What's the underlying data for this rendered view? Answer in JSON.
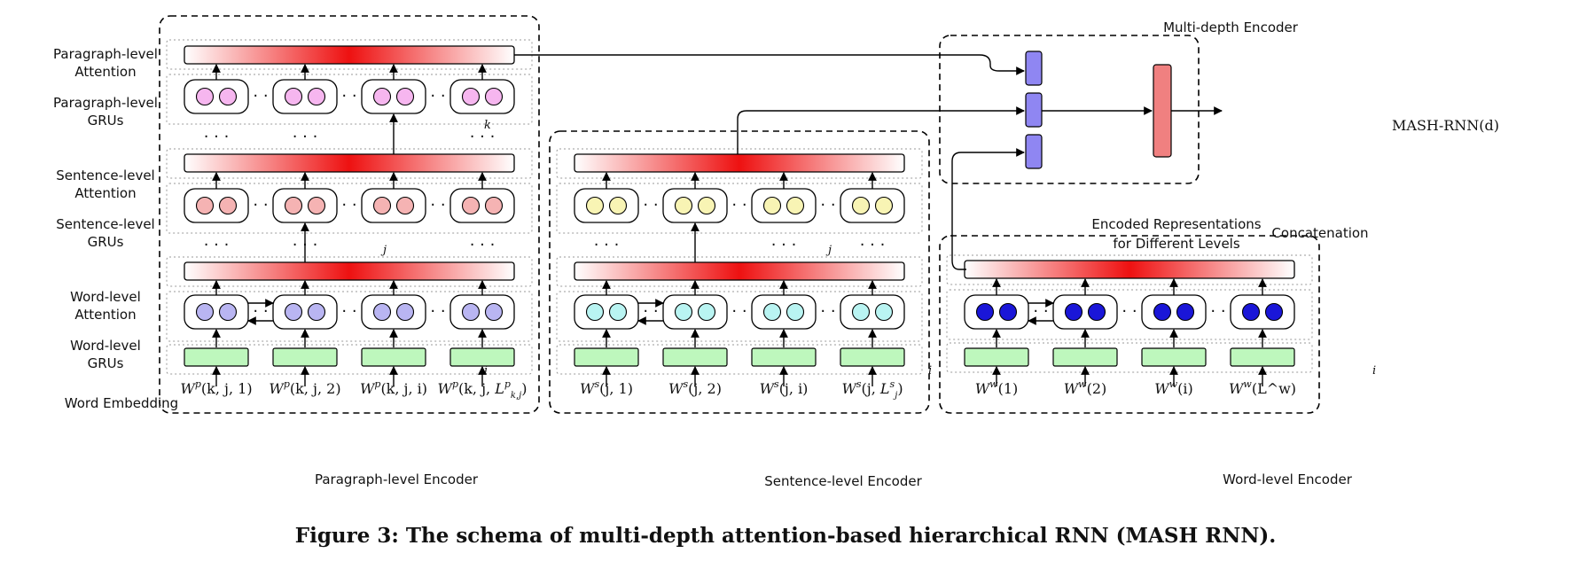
{
  "caption": "Figure 3: The schema of multi-depth attention-based hierarchical RNN (MASH RNN).",
  "row_labels": {
    "para_att": [
      "Paragraph-level",
      "Attention"
    ],
    "para_gru": [
      "Paragraph-level",
      "GRUs"
    ],
    "sent_att": [
      "Sentence-level",
      "Attention"
    ],
    "sent_gru": [
      "Sentence-level",
      "GRUs"
    ],
    "word_att": [
      "Word-level",
      "Attention"
    ],
    "word_gru": [
      "Word-level",
      "GRUs"
    ],
    "word_emb": "Word Embedding"
  },
  "encoders": {
    "paragraph": "Paragraph-level Encoder",
    "sentence": "Sentence-level Encoder",
    "word": "Word-level Encoder",
    "multi": "Multi-depth Encoder"
  },
  "annotations": {
    "encoded_line1": "Encoded Representations",
    "encoded_line2": "for Different Levels",
    "concatenation": "Concatenation",
    "output": "MASH-RNN(d)",
    "index_k": "k",
    "index_j": "j",
    "index_i": "i"
  },
  "inputs": {
    "paragraph": [
      "W^p(k, j, 1)",
      "W^p(k, j, 2)",
      "W^p(k, j, i)",
      "W^p(k, j, L^p_{k,j})"
    ],
    "sentence": [
      "W^s(j, 1)",
      "W^s(j, 2)",
      "W^s(j, i)",
      "W^s(j, L^s_j)"
    ],
    "word": [
      "W^w(1)",
      "W^w(2)",
      "W^w(i)",
      "W^w(L^w)"
    ]
  },
  "colors": {
    "para_node": "#f6b6ef",
    "sent_node_para": "#f5b3b3",
    "word_node_para": "#b9b5f2",
    "sent_node_sent": "#f8f4b4",
    "word_node_sent": "#b9f4f2",
    "word_node_word": "#1a16d8",
    "embedding": "#bef7bd",
    "attention": "#ee1111",
    "encoded_bar": "#8f86f2",
    "concat_bar": "#f08080"
  }
}
